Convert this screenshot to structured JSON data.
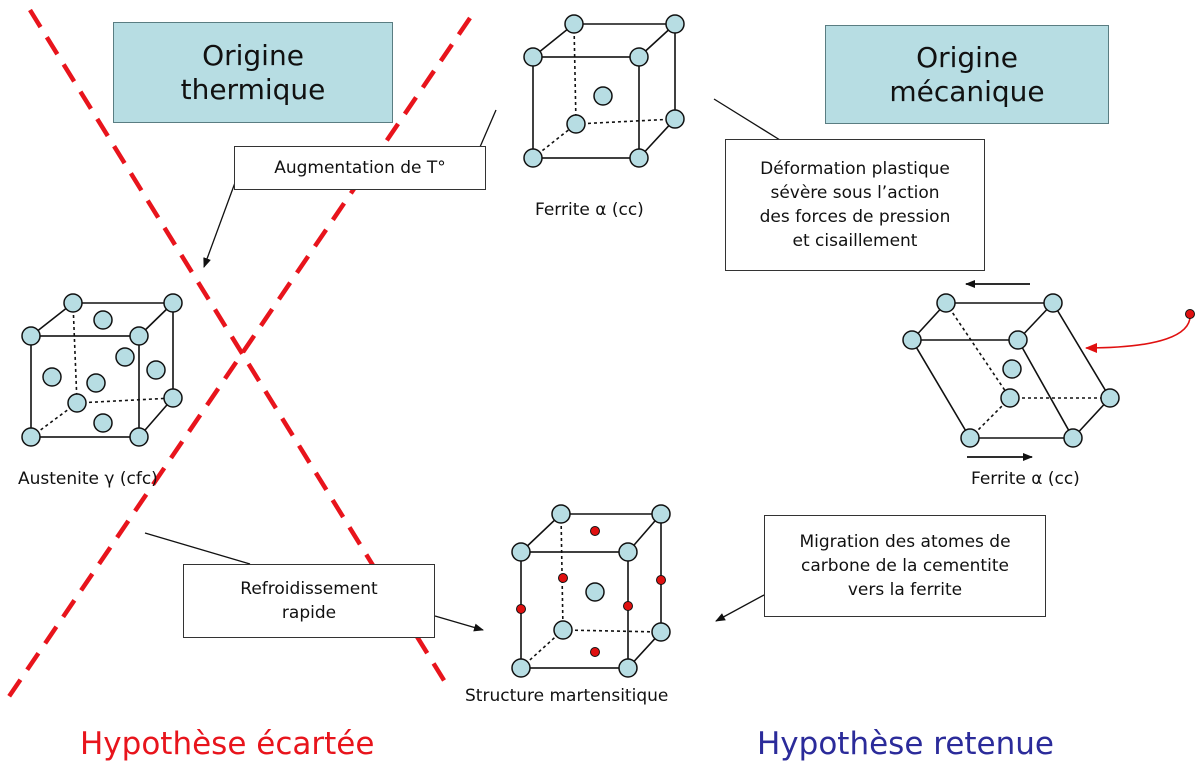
{
  "boxes": {
    "origine_thermique": [
      "Origine",
      "thermique"
    ],
    "origine_mecanique": [
      "Origine",
      "mécanique"
    ],
    "augmentation": "Augmentation de T°",
    "deformation": [
      "Déformation plastique",
      "sévère sous l’action",
      "des forces de pression",
      "et cisaillement"
    ],
    "refroidissement": [
      "Refroidissement",
      "rapide"
    ],
    "migration": [
      "Migration des atomes de",
      "carbone de la cementite",
      "vers la ferrite"
    ]
  },
  "labels": {
    "ferrite_top": "Ferrite α (cc)",
    "austenite": "Austenite γ (cfc)",
    "ferrite_right": "Ferrite α (cc)",
    "martensite": "Structure martensitique"
  },
  "hypotheses": {
    "rejected": "Hypothèse écartée",
    "retained": "Hypothèse retenue"
  },
  "colors": {
    "atom_fill": "#b7dde3",
    "carbon_atom": "#e01010",
    "cross": "#e8141c",
    "rejected_text": "#e8141c",
    "retained_text": "#2b2b9a",
    "teal_box": "#b7dde3"
  }
}
